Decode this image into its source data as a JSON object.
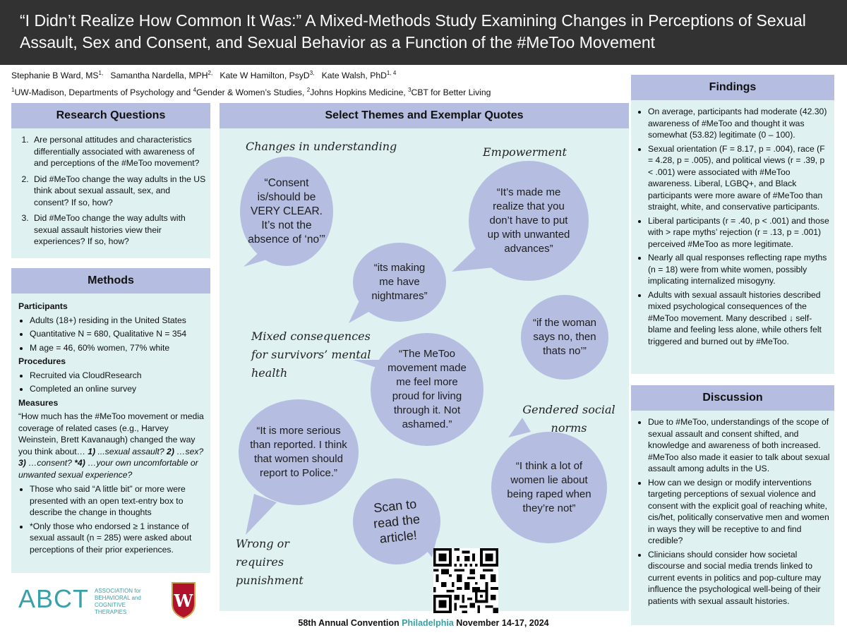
{
  "title": "“I Didn’t Realize How Common It Was:” A Mixed-Methods Study Examining Changes in Perceptions of Sexual Assault, Sex and Consent, and Sexual Behavior as a Function of the #MeToo Movement",
  "authors": [
    {
      "name": "Stephanie B Ward, MS",
      "sup": "1,"
    },
    {
      "name": "Samantha Nardella, MPH",
      "sup": "2,"
    },
    {
      "name": "Kate W Hamilton, PsyD",
      "sup": "3,"
    },
    {
      "name": "Kate Walsh, PhD",
      "sup": "1, 4"
    }
  ],
  "affiliations": [
    {
      "sup": "1",
      "text": "UW-Madison, Departments of Psychology and "
    },
    {
      "sup": "4",
      "text": "Gender & Women’s Studies, "
    },
    {
      "sup": "2",
      "text": "Johns Hopkins Medicine, "
    },
    {
      "sup": "3",
      "text": "CBT for Better Living"
    }
  ],
  "research_questions": {
    "heading": "Research Questions",
    "items": [
      "Are personal attitudes and characteristics differentially associated with awareness of and perceptions of the #MeToo movement?",
      "Did #MeToo change the way adults in the US think about sexual assault, sex, and consent? If so, how?",
      "Did #MeToo change the way adults with sexual assault histories view their experiences? If so, how?"
    ]
  },
  "methods": {
    "heading": "Methods",
    "participants_label": "Participants",
    "participants": [
      "Adults (18+) residing in the United States",
      "Quantitative N = 680, Qualitative N = 354",
      "M age = 46, 60% women, 77% white"
    ],
    "procedures_label": "Procedures",
    "procedures": [
      "Recruited via CloudResearch",
      "Completed an online survey"
    ],
    "measures_label": "Measures",
    "measure_text": "“How much has the #MeToo movement or media coverage of related cases (e.g., Harvey Weinstein, Brett Kavanaugh) changed the way you think about…",
    "measure_q1": "1)",
    "measure_q1_text": "...sexual assault?",
    "measure_q2": "2)",
    "measure_q2_text": "…sex?",
    "measure_q3": "3)",
    "measure_q3_text": "…consent?",
    "measure_q4": "*4)",
    "measure_q4_text": "…your own uncomfortable or unwanted sexual experience?",
    "notes": [
      "Those who said “A little bit” or more were presented with an open text-entry box to describe the change in thoughts",
      "*Only those who endorsed ≥ 1 instance of sexual assault (n = 285) were asked about perceptions of their prior experiences."
    ]
  },
  "themes": {
    "heading": "Select Themes and Exemplar Quotes",
    "labels": {
      "understanding": "Changes in understanding",
      "empowerment": "Empowerment",
      "mixed": "Mixed consequences for survivors’ mental health",
      "gendered": "Gendered social norms",
      "wrong": "Wrong or requires punishment"
    },
    "quotes": {
      "consent": "“Consent is/should be VERY CLEAR. It’s not the absence of ‘no’”",
      "made_me": "“It’s made me realize that you don’t have to put up with unwanted advances”",
      "nightmares": "“its making me have nightmares”",
      "if_woman": "“if the woman says no, then thats no’”",
      "proud": "“The MeToo movement made me feel more proud for living through it. Not ashamed.”",
      "serious": "“It is more serious than reported. I think that women should report to Police.”",
      "lie": "“I think a lot of women lie about being raped when they’re not”"
    },
    "scan": "Scan to read the article!"
  },
  "findings": {
    "heading": "Findings",
    "items": [
      "On average, participants had moderate (42.30) awareness of #MeToo and thought it was somewhat (53.82) legitimate (0 – 100).",
      "Sexual orientation (F = 8.17, p = .004), race (F = 4.28, p = .005), and political views (r = .39, p < .001) were associated with #MeToo awareness. Liberal, LGBQ+, and Black participants were more aware of #MeToo than straight, white, and conservative participants.",
      "Liberal participants (r = .40, p < .001) and those with > rape myths’ rejection (r = .13, p = .001) perceived #MeToo as more legitimate.",
      "Nearly all qual responses reflecting rape myths (n = 18) were from white women, possibly implicating internalized misogyny.",
      "Adults with sexual assault histories described mixed psychological consequences of the #MeToo movement. Many described ↓ self-blame and feeling less alone, while others felt triggered and burned out by #MeToo."
    ]
  },
  "discussion": {
    "heading": "Discussion",
    "items": [
      "Due to #MeToo, understandings of the scope of sexual assault and consent shifted, and knowledge and awareness of both increased. #MeToo also made it easier to talk about sexual assault among adults in the US.",
      "How can we design or modify interventions targeting perceptions of sexual violence and consent with the explicit goal of reaching white, cis/het, politically conservative men and women in ways they will be receptive to and find credible?",
      "Clinicians should consider how societal discourse and social media trends linked to current events in politics and pop-culture may influence the psychological well-being of their patients with sexual assault histories."
    ]
  },
  "footer": {
    "prefix": "58th Annual Convention ",
    "city": "Philadelphia",
    "dates": " November 14-17, 2024"
  },
  "logo": {
    "abct": "ABCT",
    "abct_sub": "ASSOCIATION for BEHAVIORAL and COGNITIVE THERAPIES",
    "crest_letter": "W"
  },
  "colors": {
    "header_bg": "#323232",
    "panel_bg": "#dff1f1",
    "panel_head": "#b5bde0",
    "bubble": "#b5bde0",
    "accent": "#3a9fa3"
  }
}
